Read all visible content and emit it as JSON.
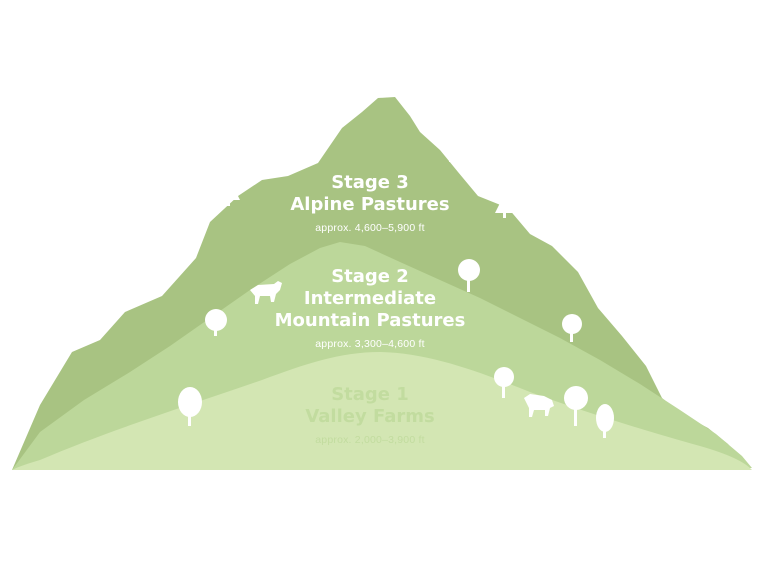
{
  "colors": {
    "stage3": "#a8c382",
    "stage2": "#bcd79a",
    "stage1": "#d3e6b3",
    "stage1_text": "#c2dc9f",
    "icon": "#ffffff"
  },
  "stages": [
    {
      "id": "stage3",
      "title_line1": "Stage 3",
      "title_line2": "Alpine Pastures",
      "range": "approx. 4,600–5,900 ft"
    },
    {
      "id": "stage2",
      "title_line1": "Stage 2",
      "title_line2": "Intermediate",
      "title_line3": "Mountain Pastures",
      "range": "approx. 3,300–4,600 ft"
    },
    {
      "id": "stage1",
      "title_line1": "Stage 1",
      "title_line2": "Valley Farms",
      "range": "approx. 2,000–3,900 ft"
    }
  ],
  "icons": {
    "tree": "tree-icon",
    "pine": "pine-tree-icon",
    "cow": "cow-icon",
    "goat": "goat-icon"
  }
}
